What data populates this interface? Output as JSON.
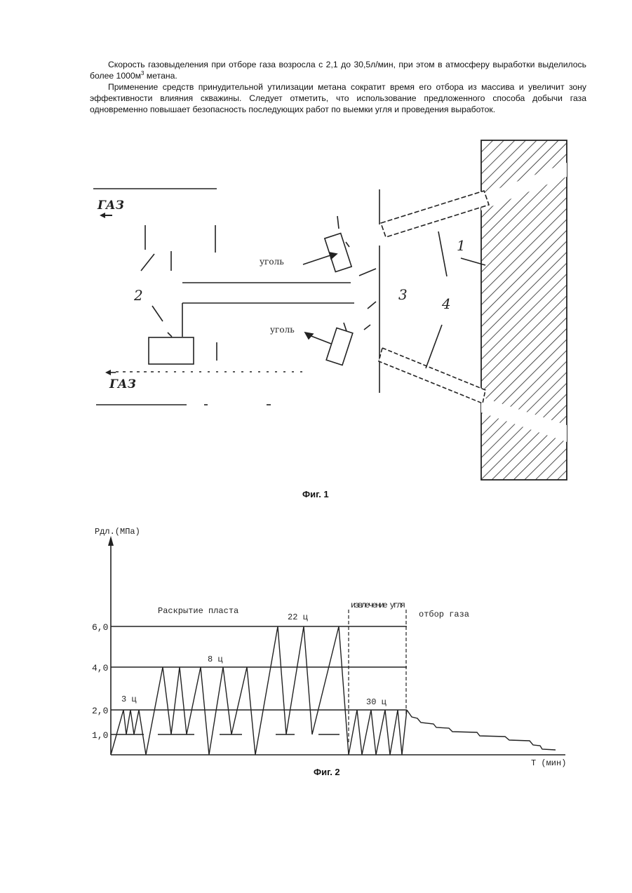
{
  "paragraphs": [
    {
      "before_sup": "Скорость газовыделения при отборе газа возросла с 2,1 до 30,5л/мин, при этом в атмосферу выработки выделилось более 1000м",
      "sup": "3",
      "after_sup": " метана."
    },
    {
      "text": "Применение средств принудительной утилизации метана сократит время его отбора из массива и увеличит зону эффективности влияния скважины. Следует отметить, что использование предложенного способа добычи газа одновременно повышает безопасность последующих работ по выемки угля и проведения выработок."
    }
  ],
  "figure1": {
    "caption": "Фиг. 1",
    "labels": {
      "gas_top": "ГАЗ",
      "gas_bottom": "ГАЗ",
      "coal_top": "уголь",
      "coal_bottom": "уголь",
      "n1": "1",
      "n2": "2",
      "n3": "3",
      "n4": "4"
    }
  },
  "figure2": {
    "caption": "Фиг. 2",
    "y_axis_label": "Рдл.(МПа)",
    "x_axis_label": "Т (мин)",
    "y_ticks": [
      "1,0",
      "2,0",
      "4,0",
      "6,0"
    ],
    "annotations": {
      "phase1": "Раскрытие пласта",
      "phase2": "извлечение угля",
      "phase3": "отбор газа",
      "c3": "3 ц",
      "c8": "8 ц",
      "c22": "22 ц",
      "c30": "30 ц"
    }
  }
}
